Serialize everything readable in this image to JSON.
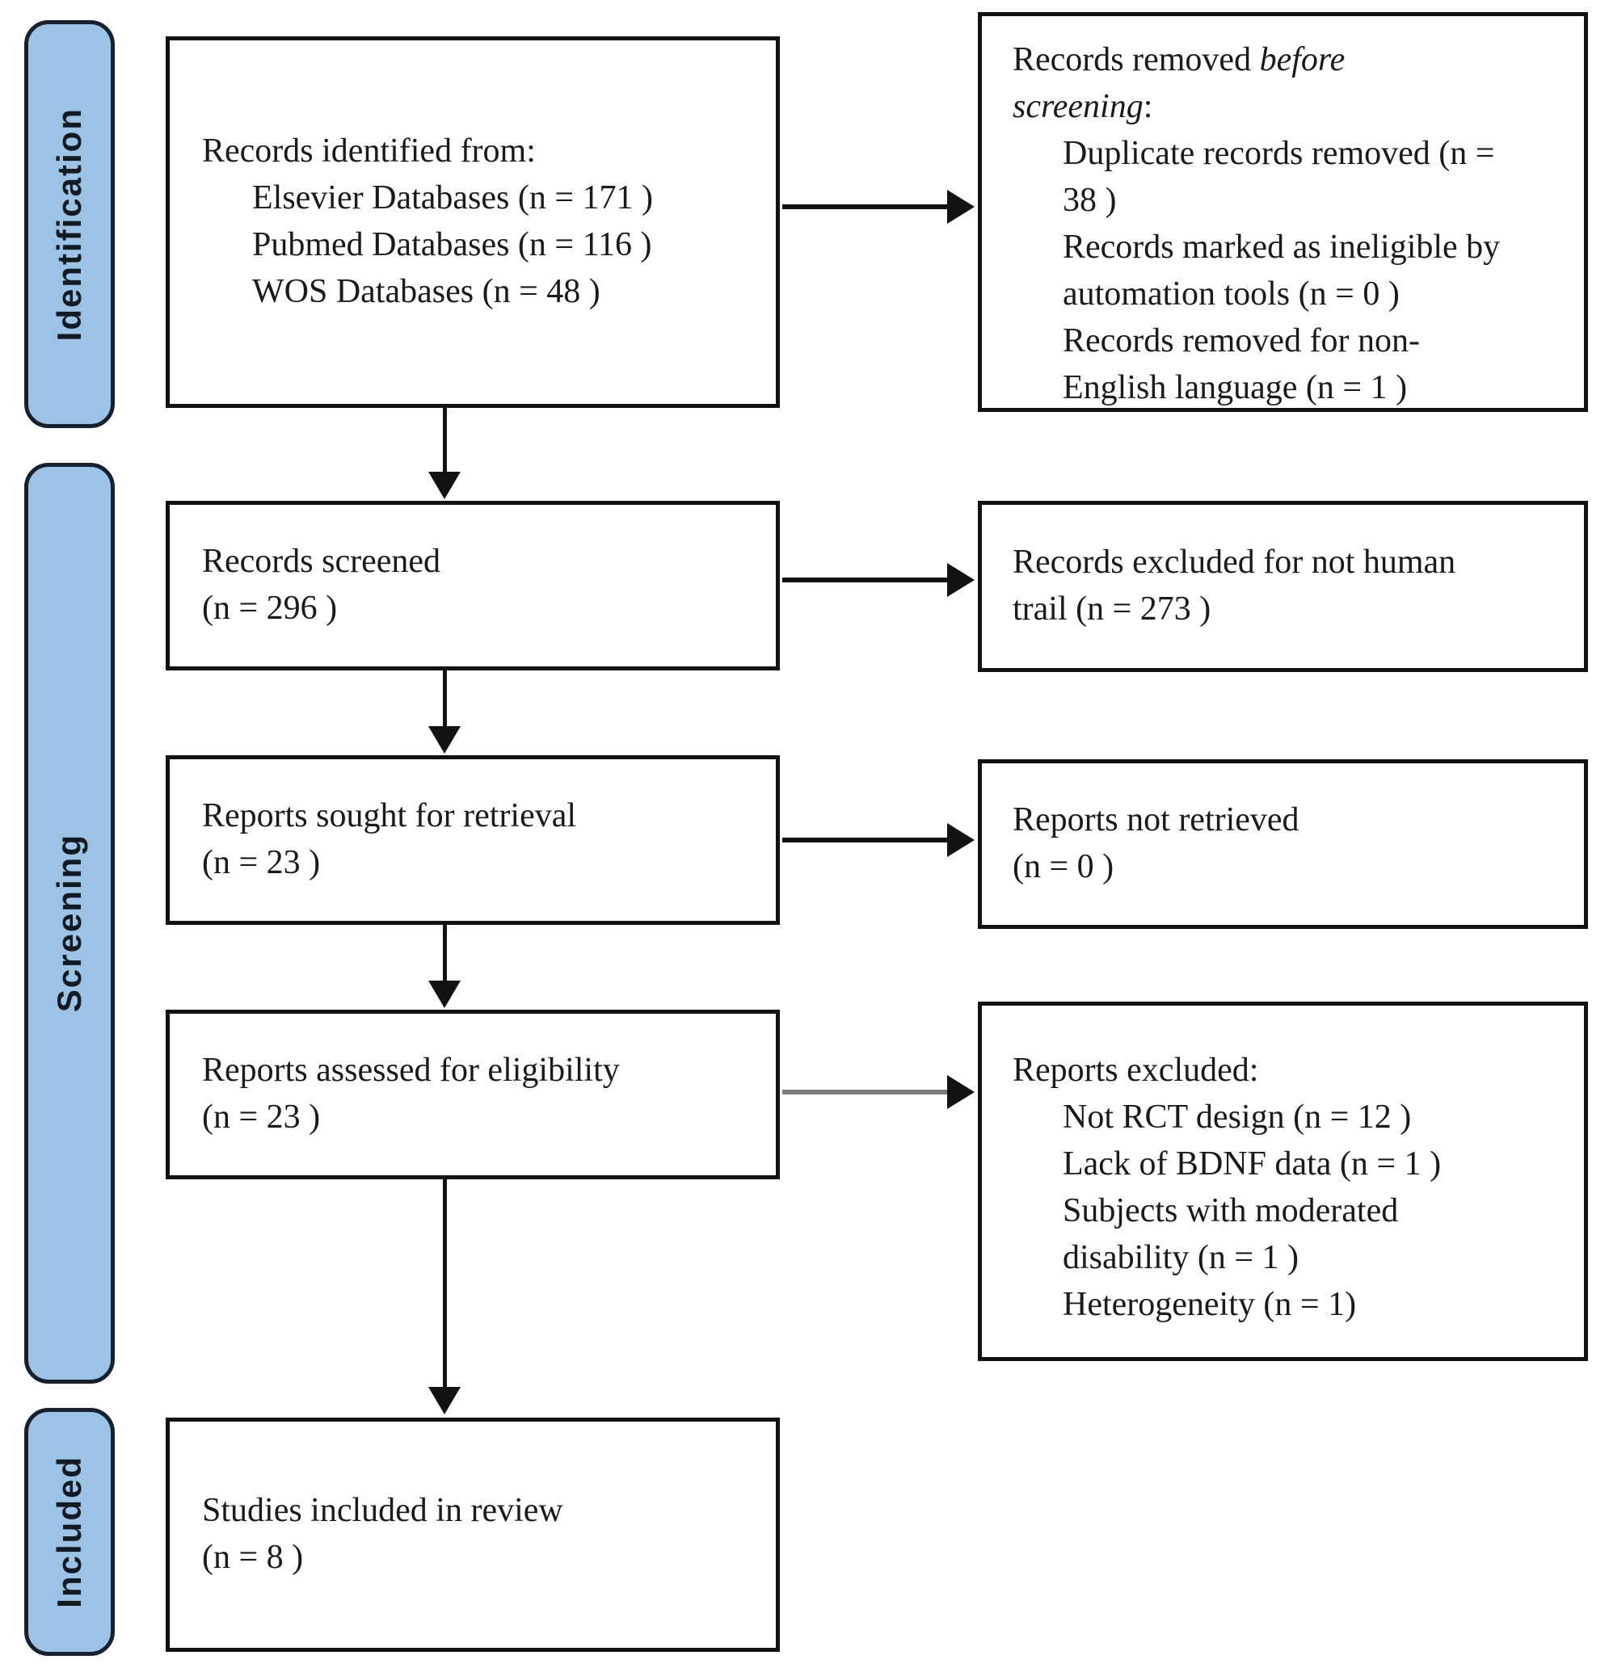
{
  "diagram_type": "PRISMA flow diagram",
  "colors": {
    "pill_fill": "#9CC3E6",
    "pill_border": "#17202E",
    "box_border": "#121212",
    "arrow_black": "#121212",
    "arrow_gray": "#7F7F7F",
    "text": "#1A1A1A"
  },
  "sidebar": {
    "identification": "Identification",
    "screening": "Screening",
    "included": "Included"
  },
  "boxes": {
    "identified": {
      "title": "Records identified from:",
      "items": [
        "Elsevier Databases (n = 171 )",
        "Pubmed Databases (n = 116 )",
        "WOS Databases (n = 48 )"
      ]
    },
    "removed": {
      "title_pre": "Records removed ",
      "title_italic_line1": "before",
      "title_italic_line2": "screening",
      "title_suffix": ":",
      "items": [
        "Duplicate records removed (n = 38 )",
        "Records marked as ineligible by automation tools (n = 0 )",
        "Records removed for non-English language (n = 1 )"
      ]
    },
    "screened": {
      "line1": "Records screened",
      "line2": "(n = 296 )"
    },
    "excluded_screening": {
      "text": "Records excluded for not human trail (n = 273 )"
    },
    "sought": {
      "line1": "Reports sought for retrieval",
      "line2": "(n = 23 )"
    },
    "not_retrieved": {
      "line1": "Reports not retrieved",
      "line2": "(n = 0 )"
    },
    "assessed": {
      "line1": "Reports assessed for eligibility",
      "line2": "(n = 23 )"
    },
    "excluded_eligibility": {
      "title": "Reports excluded:",
      "items": [
        "Not RCT design (n = 12 )",
        "Lack of BDNF data (n = 1 )",
        "Subjects with moderated disability (n = 1 )",
        "Heterogeneity (n = 1)"
      ]
    },
    "included": {
      "line1": "Studies included in review",
      "line2": "(n = 8 )"
    }
  }
}
